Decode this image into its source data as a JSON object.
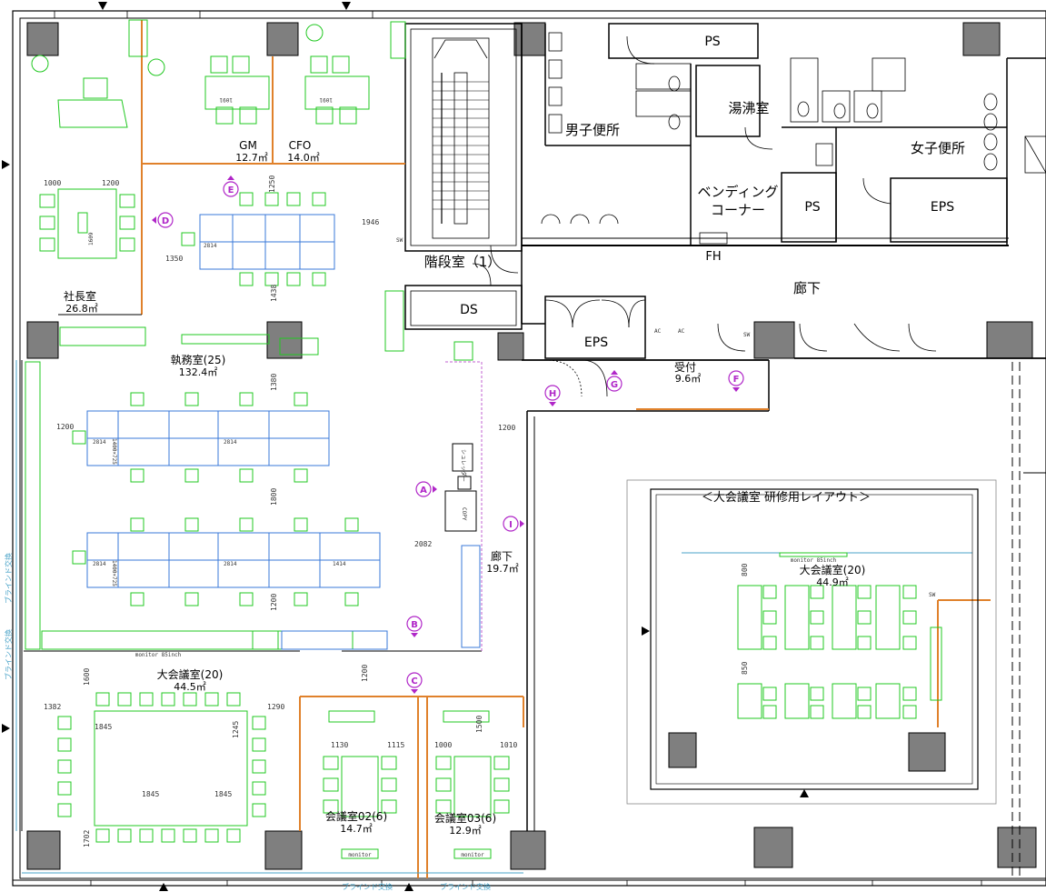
{
  "rooms": {
    "gm": {
      "name": "GM",
      "area": "12.7㎡"
    },
    "cfo": {
      "name": "CFO",
      "area": "14.0㎡"
    },
    "president": {
      "name": "社長室",
      "area": "26.8㎡"
    },
    "office": {
      "name": "執務室(25)",
      "area": "132.4㎡"
    },
    "large_conf": {
      "name": "大会議室(20)",
      "area": "44.5㎡"
    },
    "conf02": {
      "name": "会議室02(6)",
      "area": "14.7㎡"
    },
    "conf03": {
      "name": "会議室03(6)",
      "area": "12.9㎡"
    },
    "corridor_inner": {
      "name": "廊下",
      "area": "19.7㎡"
    },
    "reception": {
      "name": "受付",
      "area": "9.6㎡"
    },
    "stair": "階段室（1）",
    "ds": "DS",
    "eps1": "EPS",
    "eps2": "EPS",
    "ps1": "PS",
    "ps2": "PS",
    "mens_wc": "男子便所",
    "womens_wc": "女子便所",
    "kettle": "湯沸室",
    "vending_1": "ベンディング",
    "vending_2": "コーナー",
    "fh": "FH",
    "corridor": "廊下"
  },
  "training_layout": {
    "title": "＜大会議室 研修用レイアウト＞",
    "room_name": "大会議室(20)",
    "room_area": "44.9㎡",
    "monitor": "monitor 85inch"
  },
  "markers": [
    "A",
    "B",
    "C",
    "D",
    "E",
    "F",
    "G",
    "H",
    "I"
  ],
  "dimensions": {
    "d1000": "1000",
    "d1200a": "1200",
    "d1250": "1250",
    "d1946": "1946",
    "d1350": "1350",
    "d1438": "1438",
    "d1380": "1380",
    "d1200b": "1200",
    "d1200c": "1200",
    "d1800": "1800",
    "d2082": "2082",
    "d1200d": "1200",
    "d1600": "1600",
    "d1200e": "1200",
    "d1382": "1382",
    "d1290": "1290",
    "d1702": "1702",
    "d1130": "1130",
    "d1115": "1115",
    "d1000b": "1000",
    "d1010": "1010",
    "d1500": "1500",
    "d800": "800",
    "d850": "850",
    "d1845a": "1845",
    "d1845b": "1845",
    "d1845c": "1845",
    "d1245": "1245"
  },
  "desk_labels": {
    "d2814": "2814",
    "d1400": "1400×725",
    "d1414": "1414",
    "d1091": "1091",
    "d1609": "1609"
  },
  "equipment": {
    "monitor_main": "monitor 85inch",
    "monitor_small": "monitor",
    "copy": "COPY",
    "shredder": "シュレッダー"
  },
  "blind_note": "ブラインド交換",
  "small_notes": {
    "sw": "SW",
    "ac": "AC"
  },
  "colors": {
    "wall": "#000000",
    "column": "#7f7f7f",
    "furniture": "#22c822",
    "desk": "#3a78d8",
    "partition": "#e0812b",
    "marker": "#b026c8",
    "blind": "#4aa3c8"
  }
}
